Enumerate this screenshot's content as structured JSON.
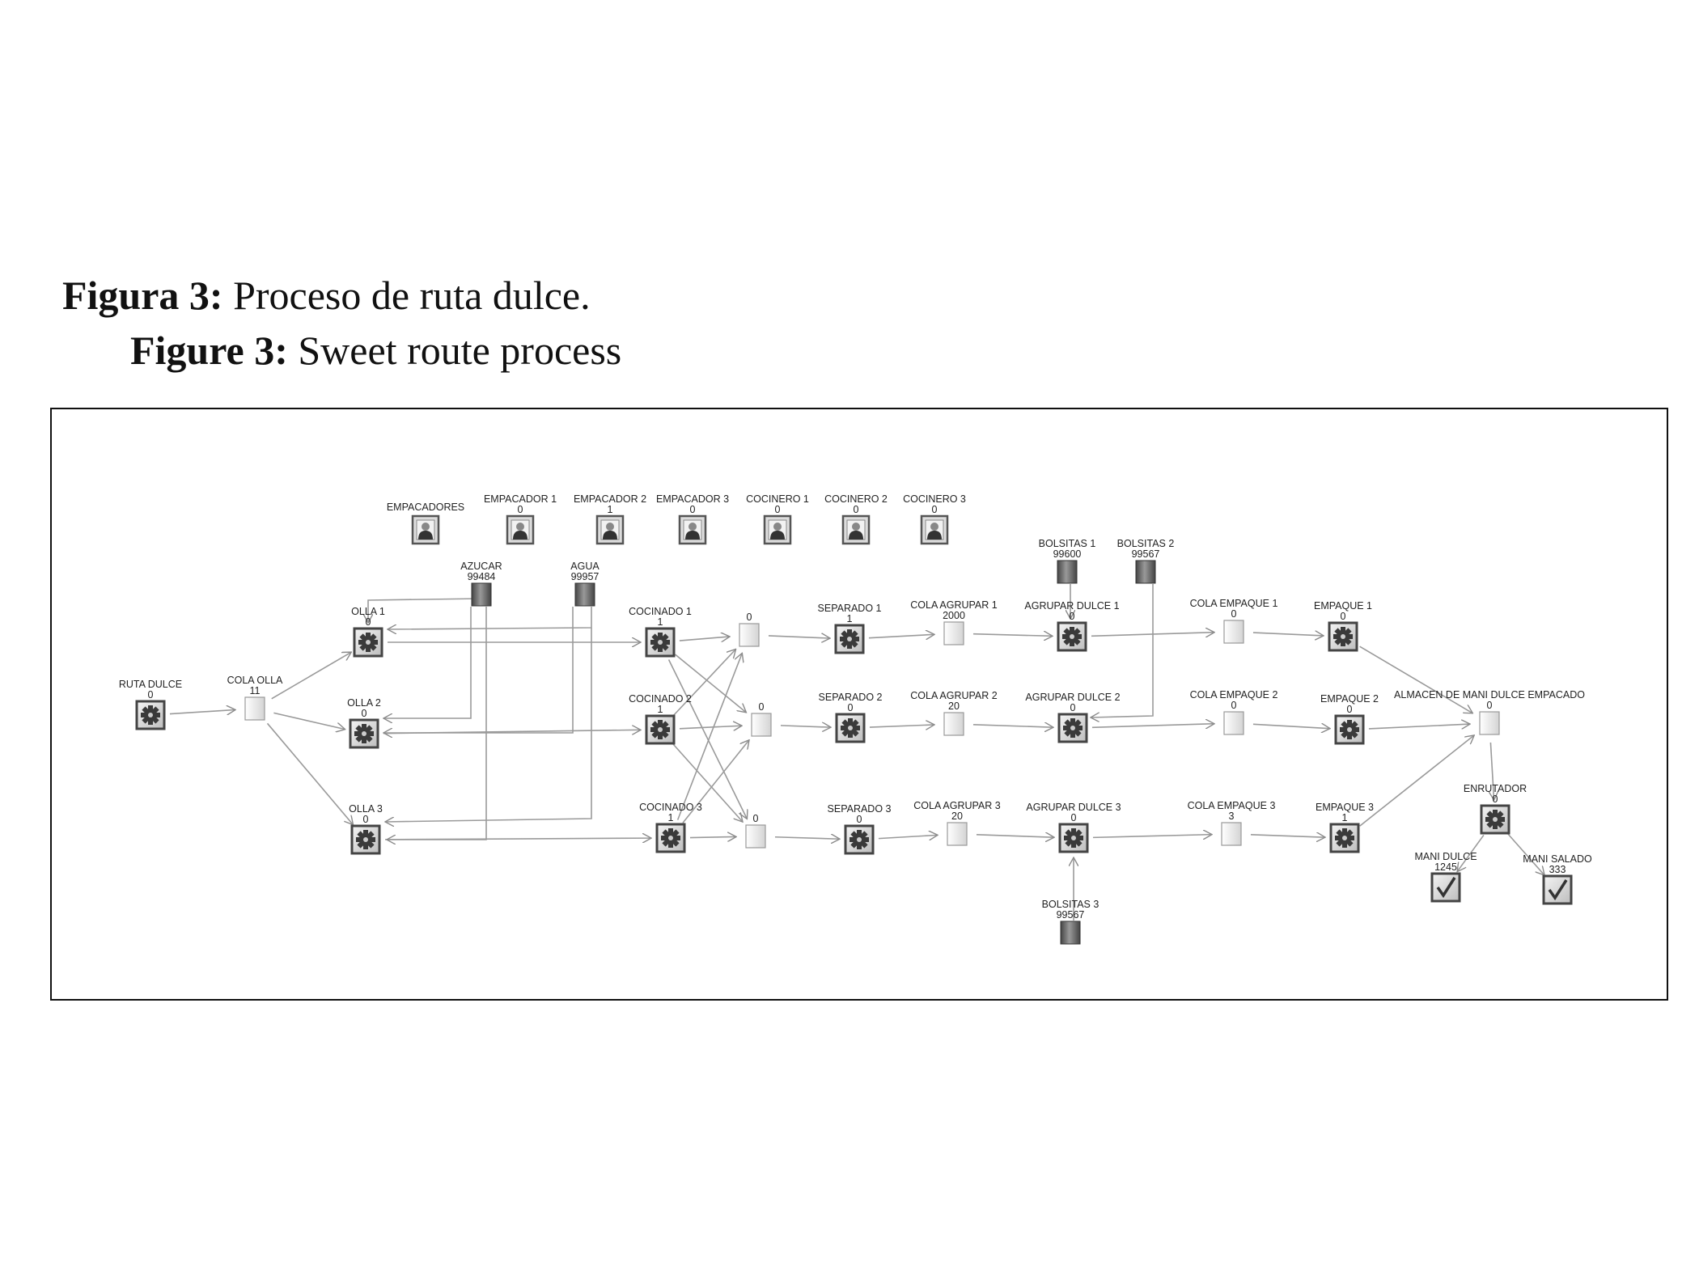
{
  "caption": {
    "es_bold": "Figura 3:",
    "es_text": " Proceso de ruta dulce.",
    "en_bold": "Figure 3:",
    "en_text": " Sweet route process"
  },
  "colors": {
    "frame": "#111111",
    "edge": "#9a9a9a",
    "icon_border": "#444444"
  },
  "nodes": {
    "empacadores": {
      "label": "EMPACADORES",
      "type": "resource-icon"
    },
    "empacador1": {
      "label": "EMPACADOR 1",
      "value": "0",
      "type": "resource-icon"
    },
    "empacador2": {
      "label": "EMPACADOR 2",
      "value": "1",
      "type": "resource-icon"
    },
    "empacador3": {
      "label": "EMPACADOR 3",
      "value": "0",
      "type": "resource-icon"
    },
    "cocinero1": {
      "label": "COCINERO 1",
      "value": "0",
      "type": "resource-icon"
    },
    "cocinero2": {
      "label": "COCINERO 2",
      "value": "0",
      "type": "resource-icon"
    },
    "cocinero3": {
      "label": "COCINERO 3",
      "value": "0",
      "type": "resource-icon"
    },
    "ruta_dulce": {
      "label": "RUTA DULCE",
      "value": "0",
      "type": "gear-icon"
    },
    "cola_olla": {
      "label": "COLA OLLA",
      "value": "11",
      "type": "queue-icon"
    },
    "olla1": {
      "label": "OLLA 1",
      "value": "0",
      "type": "gear-icon"
    },
    "olla2": {
      "label": "OLLA 2",
      "value": "0",
      "type": "gear-icon"
    },
    "olla3": {
      "label": "OLLA 3",
      "value": "0",
      "type": "gear-icon"
    },
    "azucar": {
      "label": "AZUCAR",
      "value": "99484",
      "type": "inventory-icon"
    },
    "agua": {
      "label": "AGUA",
      "value": "99957",
      "type": "inventory-icon"
    },
    "cocinado1": {
      "label": "COCINADO 1",
      "value": "1",
      "type": "gear-icon"
    },
    "cocinado2": {
      "label": "COCINADO 2",
      "value": "1",
      "type": "gear-icon"
    },
    "cocinado3": {
      "label": "COCINADO 3",
      "value": "1",
      "type": "gear-icon"
    },
    "q1": {
      "value": "0",
      "type": "queue-icon"
    },
    "q2": {
      "value": "0",
      "type": "queue-icon"
    },
    "q3": {
      "value": "0",
      "type": "queue-icon"
    },
    "separado1": {
      "label": "SEPARADO 1",
      "value": "1",
      "type": "gear-icon"
    },
    "separado2": {
      "label": "SEPARADO 2",
      "value": "0",
      "type": "gear-icon"
    },
    "separado3": {
      "label": "SEPARADO 3",
      "value": "0",
      "type": "gear-icon"
    },
    "cola_agrupar1": {
      "label": "COLA AGRUPAR 1",
      "value": "2000",
      "type": "queue-icon"
    },
    "cola_agrupar2": {
      "label": "COLA AGRUPAR 2",
      "value": "20",
      "type": "queue-icon"
    },
    "cola_agrupar3": {
      "label": "COLA AGRUPAR 3",
      "value": "20",
      "type": "queue-icon"
    },
    "agrupar1": {
      "label": "AGRUPAR DULCE 1",
      "value": "0",
      "type": "gear-icon"
    },
    "agrupar2": {
      "label": "AGRUPAR DULCE 2",
      "value": "0",
      "type": "gear-icon"
    },
    "agrupar3": {
      "label": "AGRUPAR DULCE 3",
      "value": "0",
      "type": "gear-icon"
    },
    "bolsitas1": {
      "label": "BOLSITAS 1",
      "value": "99600",
      "type": "inventory-icon"
    },
    "bolsitas2": {
      "label": "BOLSITAS 2",
      "value": "99567",
      "type": "inventory-icon"
    },
    "bolsitas3": {
      "label": "BOLSITAS 3",
      "value": "99567",
      "type": "inventory-icon"
    },
    "cola_empaque1": {
      "label": "COLA EMPAQUE 1",
      "value": "0",
      "type": "queue-icon"
    },
    "cola_empaque2": {
      "label": "COLA EMPAQUE 2",
      "value": "0",
      "type": "queue-icon"
    },
    "cola_empaque3": {
      "label": "COLA EMPAQUE 3",
      "value": "3",
      "type": "queue-icon"
    },
    "empaque1": {
      "label": "EMPAQUE 1",
      "value": "0",
      "type": "gear-icon"
    },
    "empaque2": {
      "label": "EMPAQUE 2",
      "value": "0",
      "type": "gear-icon"
    },
    "empaque3": {
      "label": "EMPAQUE 3",
      "value": "1",
      "type": "gear-icon"
    },
    "almacen": {
      "label": "ALMACEN DE MANI DULCE EMPACADO",
      "value": "0",
      "type": "queue-icon"
    },
    "enrutador": {
      "label": "ENRUTADOR",
      "value": "0",
      "type": "gear-icon"
    },
    "mani_dulce": {
      "label": "MANI DULCE",
      "value": "1245",
      "type": "check-icon"
    },
    "mani_salado": {
      "label": "MANI SALADO",
      "value": "333",
      "type": "check-icon"
    }
  }
}
